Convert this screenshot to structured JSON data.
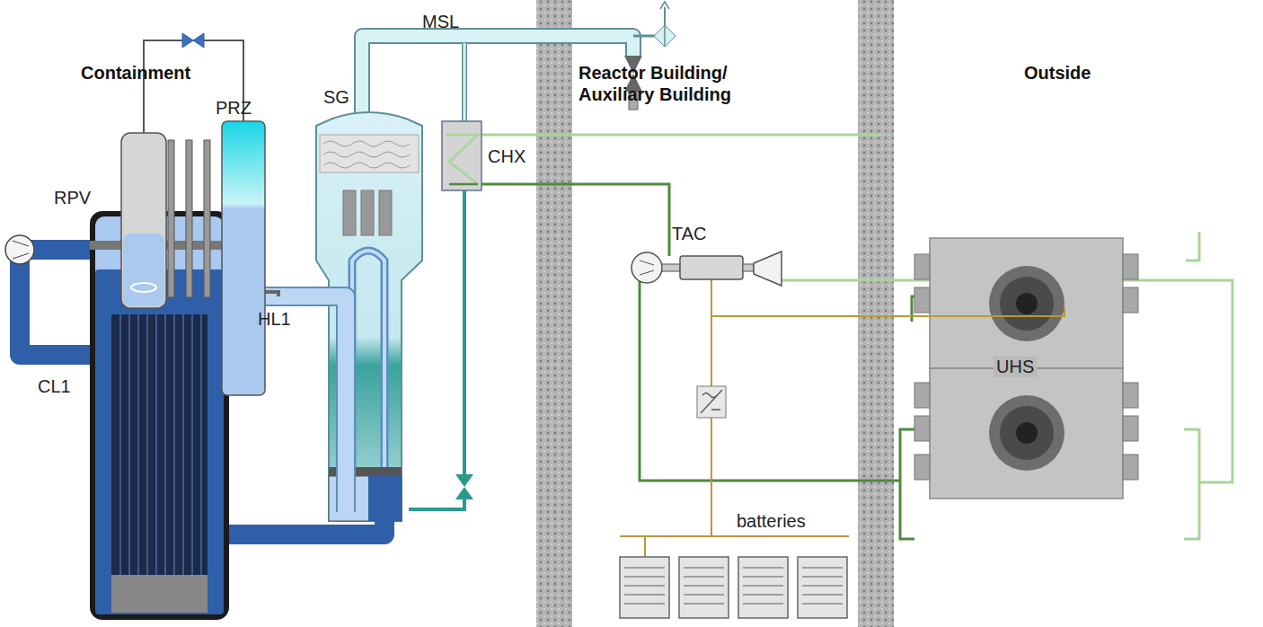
{
  "diagram": {
    "nodes": [
      {
        "text": [
          "UHS"
        ]
      }
    ],
    "labels": [
      "Containment",
      "Reactor Building/ Auxiliary Building",
      "Outside",
      "MSL",
      "SG",
      "CHX",
      "PRZ",
      "TAC",
      "RPV",
      "HL1",
      "CL1",
      "batteries"
    ]
  }
}
